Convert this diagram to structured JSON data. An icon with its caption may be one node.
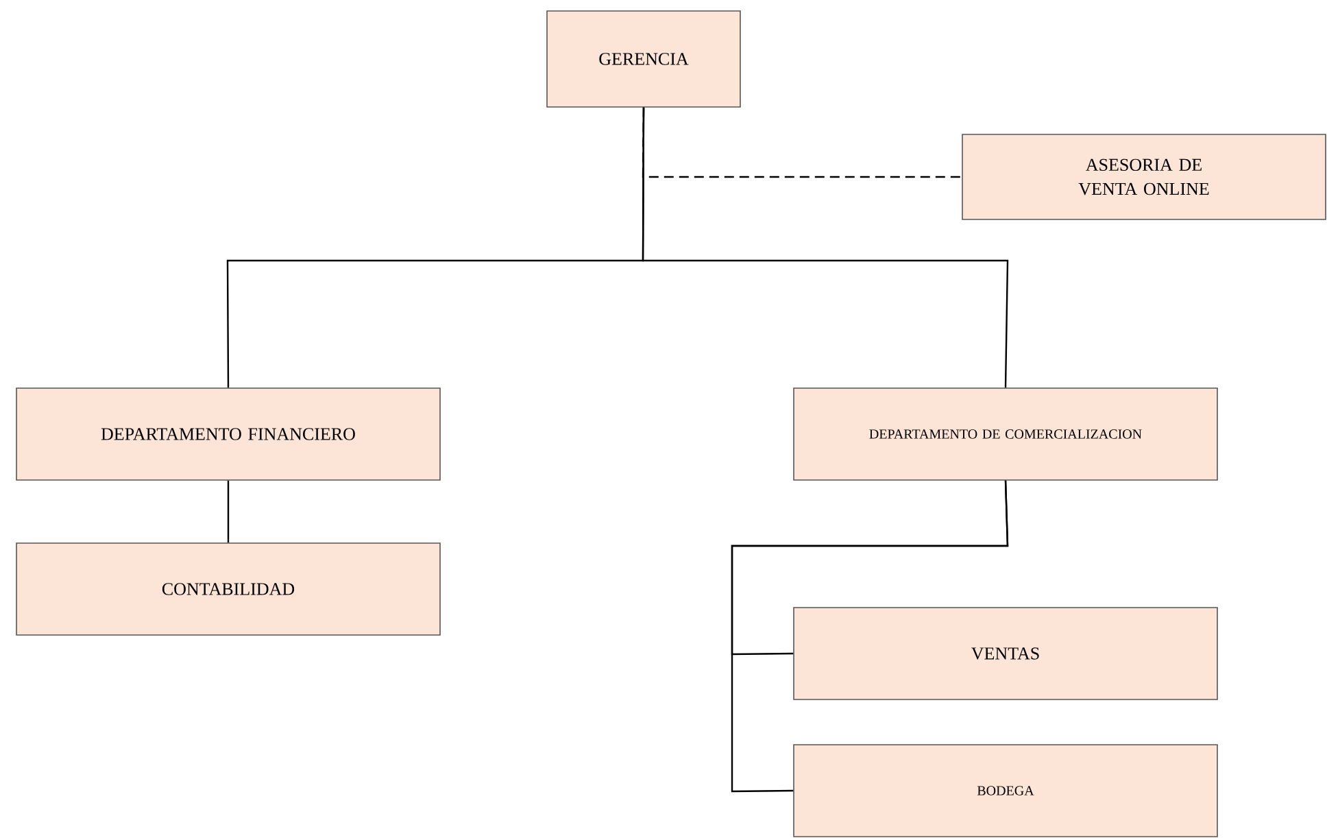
{
  "diagram": {
    "nodes": [
      {
        "text": [
          "GERENCIA"
        ]
      },
      {
        "text": [
          "ASESORIA DE VENTA ONLINE"
        ]
      },
      {
        "text": [
          "DEPARTAMENTO FINANCIERO"
        ]
      },
      {
        "text": [
          "DEPARTAMENTO DE COMERCIALIZACION"
        ]
      },
      {
        "text": [
          "CONTABILIDAD"
        ]
      },
      {
        "text": [
          "VENTAS"
        ]
      },
      {
        "text": [
          "BODEGA"
        ]
      }
    ],
    "edges": [
      {
        "from": 0,
        "to": 1,
        "arrow": "none",
        "style": "dashed"
      },
      {
        "from": 0,
        "to": 2,
        "arrow": "none"
      },
      {
        "from": 0,
        "to": 3,
        "arrow": "none"
      },
      {
        "from": 2,
        "to": 4,
        "arrow": "none"
      },
      {
        "from": 3,
        "to": 5,
        "arrow": "none"
      },
      {
        "from": 3,
        "to": 6,
        "arrow": "none"
      }
    ]
  }
}
